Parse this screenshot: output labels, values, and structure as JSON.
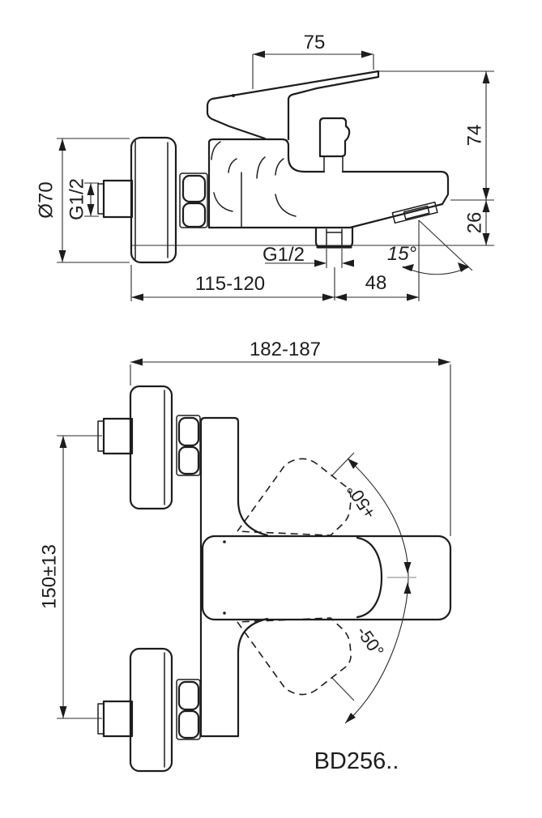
{
  "side_view": {
    "dims": {
      "handle_length": "75",
      "height_to_spout": "74",
      "spout_overhang": "26",
      "flange_diameter": "Ø70",
      "inlet_thread": "G1/2",
      "outlet_thread": "G1/2",
      "aerator_angle": "15°",
      "wall_to_outlet": "115-120",
      "outlet_to_aerator": "48"
    }
  },
  "front_view": {
    "dims": {
      "overall_width": "182-187",
      "inlet_spacing": "150±13",
      "lever_up_angle": "+50°",
      "lever_down_angle": "-50°"
    },
    "product_code": "BD256.."
  },
  "colors": {
    "background": "#ffffff",
    "object_line": "#1d1d1d",
    "dimension_line": "#2b2b2b"
  }
}
